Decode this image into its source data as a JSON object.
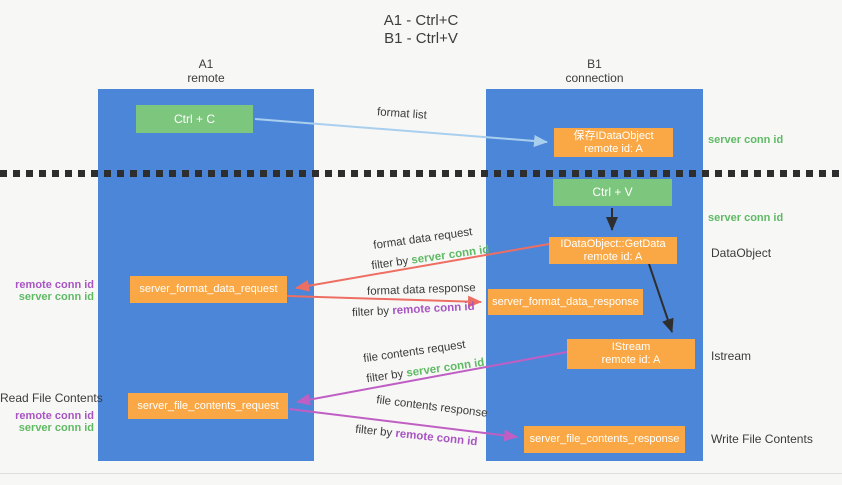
{
  "title": [
    "A1 - Ctrl+C",
    "B1 - Ctrl+V"
  ],
  "columns": {
    "a1": {
      "name": "A1",
      "role": "remote"
    },
    "b1": {
      "name": "B1",
      "role": "connection"
    }
  },
  "boxes": {
    "ctrl_c": "Ctrl + C",
    "save_idataobject": {
      "line1": "保存IDataObject",
      "line2": "remote id: A"
    },
    "ctrl_v": "Ctrl + V",
    "getdata": {
      "line1": "IDataObject::GetData",
      "line2": "remote id: A"
    },
    "format_request": "server_format_data_request",
    "format_response": "server_format_data_response",
    "istream": {
      "line1": "IStream",
      "line2": "remote id: A"
    },
    "file_request": "server_file_contents_request",
    "file_response": "server_file_contents_response"
  },
  "arrows": {
    "format_list": "format list",
    "format_data_request": "format data request",
    "format_data_response": "format data response",
    "file_contents_request": "file contents request",
    "file_contents_response": "file contents response",
    "filter_by": "filter by ",
    "server_conn_id": "server conn id",
    "remote_conn_id": "remote conn id"
  },
  "side_labels": {
    "right": [
      "server conn id",
      "server conn id",
      "DataObject",
      "Istream",
      "Write File Contents"
    ],
    "left": {
      "pair1": [
        "remote conn id",
        "server conn id"
      ],
      "read_file": "Read File Contents",
      "pair2": [
        "remote conn id",
        "server conn id"
      ]
    }
  },
  "colors": {
    "column_blue": "#4c86d9",
    "box_orange": "#f9a845",
    "box_green": "#7dc67e",
    "arrow_red": "#ee6e63",
    "arrow_magenta": "#c05fc3",
    "arrow_light_blue": "#a9cfee",
    "arrow_black": "#2e2e2e",
    "label_green": "#5fba64",
    "label_purple": "#a855c2",
    "text_dark": "#3b3b3b",
    "background": "#f7f7f6"
  }
}
